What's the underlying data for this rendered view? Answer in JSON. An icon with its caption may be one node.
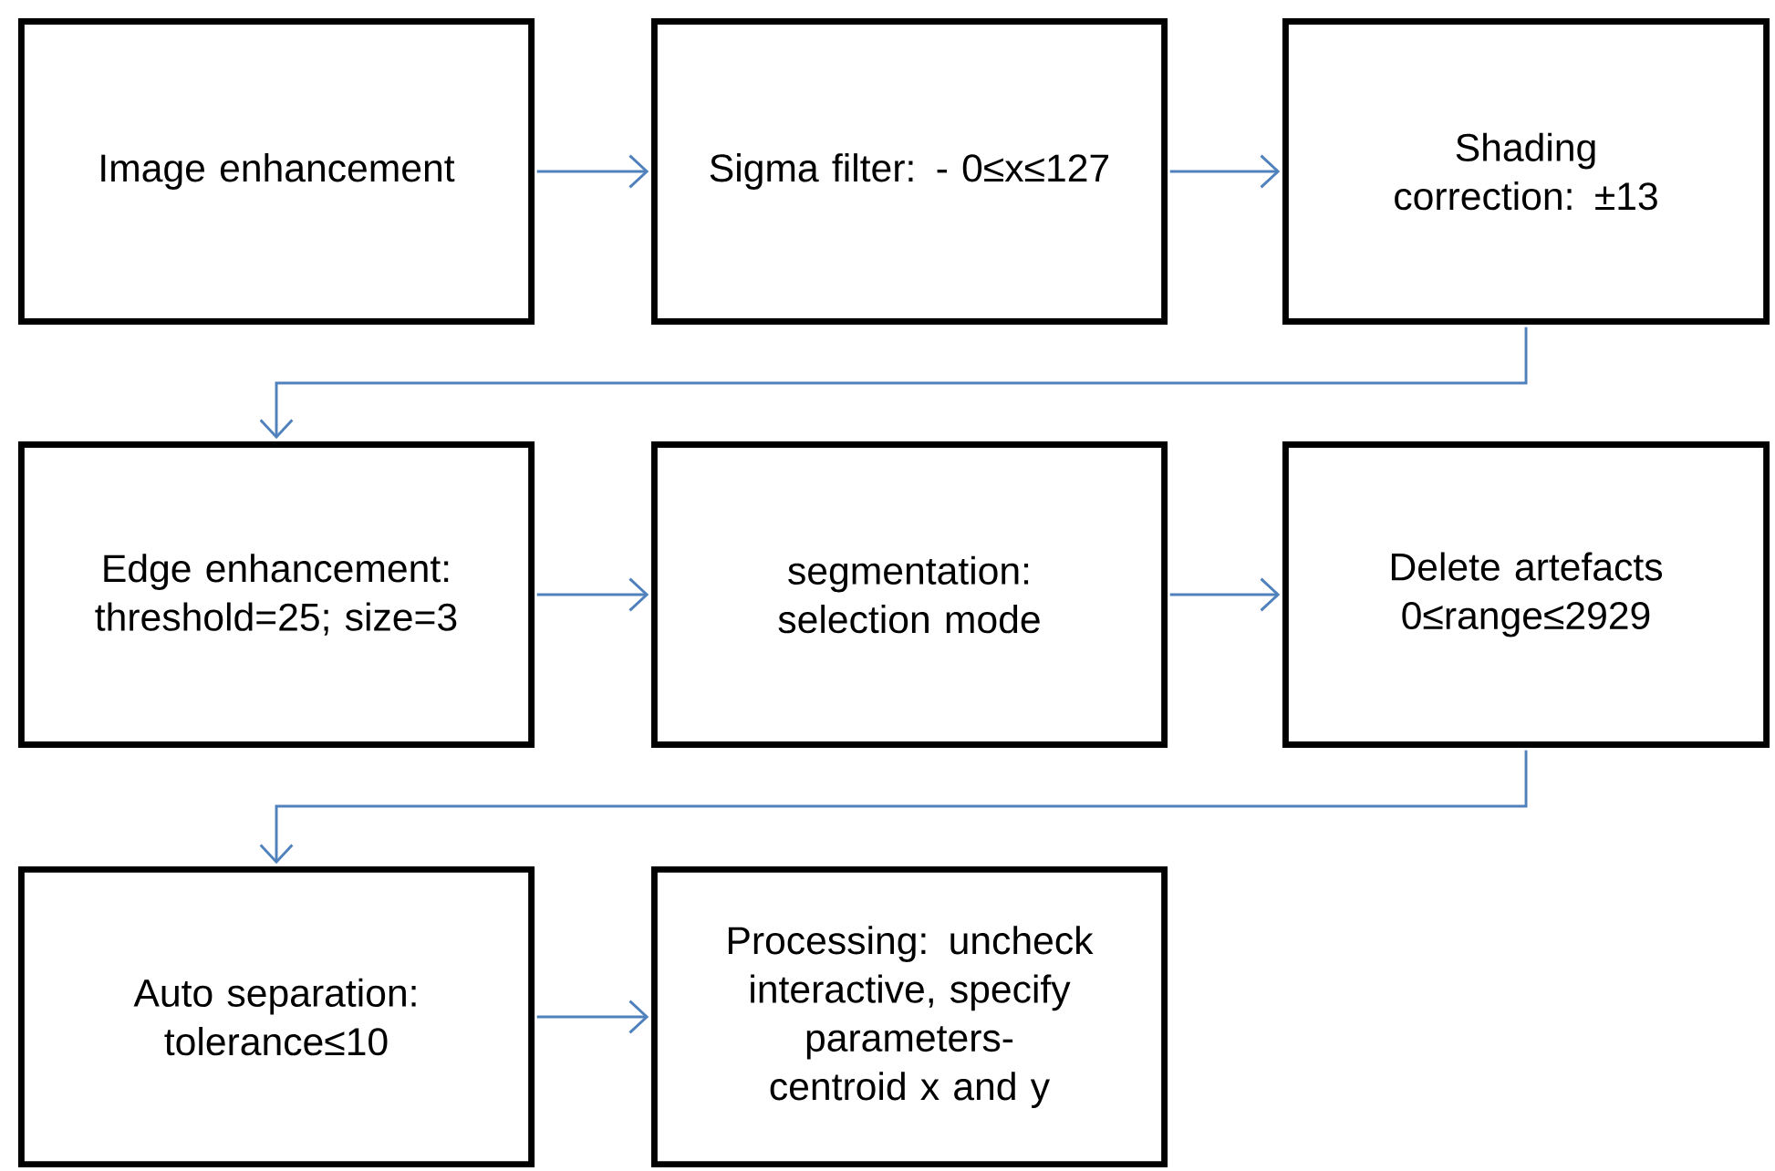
{
  "diagram": {
    "nodes": [
      {
        "text": [
          "Image enhancement"
        ]
      },
      {
        "text": [
          "Sigma filter: - 0≤x≤127"
        ]
      },
      {
        "text": [
          "Shading correction: ±13"
        ]
      },
      {
        "text": [
          "Edge enhancement: threshold=25; size=3"
        ]
      },
      {
        "text": [
          "segmentation: selection mode"
        ]
      },
      {
        "text": [
          "Delete artefacts 0≤range≤2929"
        ]
      },
      {
        "text": [
          "Auto separation: tolerance≤10"
        ]
      },
      {
        "text": [
          "Processing: uncheck interactive, specify parameters- centroid x and y"
        ]
      }
    ],
    "edges": [
      {
        "from": 0,
        "to": 1,
        "arrow": "to"
      },
      {
        "from": 1,
        "to": 2,
        "arrow": "to"
      },
      {
        "from": 2,
        "to": 3,
        "arrow": "to"
      },
      {
        "from": 3,
        "to": 4,
        "arrow": "to"
      },
      {
        "from": 4,
        "to": 5,
        "arrow": "to"
      },
      {
        "from": 5,
        "to": 6,
        "arrow": "to"
      },
      {
        "from": 6,
        "to": 7,
        "arrow": "to"
      }
    ]
  }
}
